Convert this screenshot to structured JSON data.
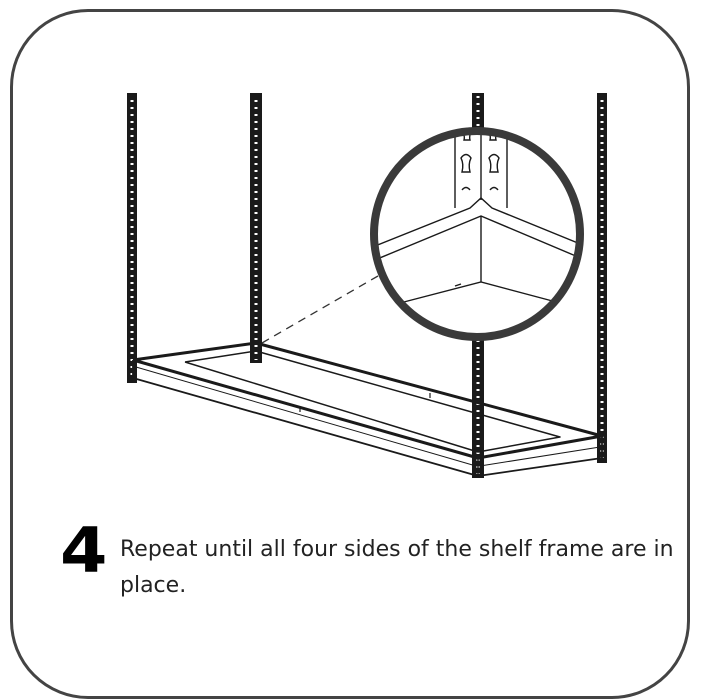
{
  "step": {
    "number": "4",
    "instruction": "Repeat until all four sides of the shelf frame are in place."
  },
  "illustration": {
    "subject": "shelf-frame-assembly",
    "detail": "corner-close-up"
  },
  "colors": {
    "border": "#444444",
    "ink": "#222222",
    "background": "#ffffff"
  }
}
